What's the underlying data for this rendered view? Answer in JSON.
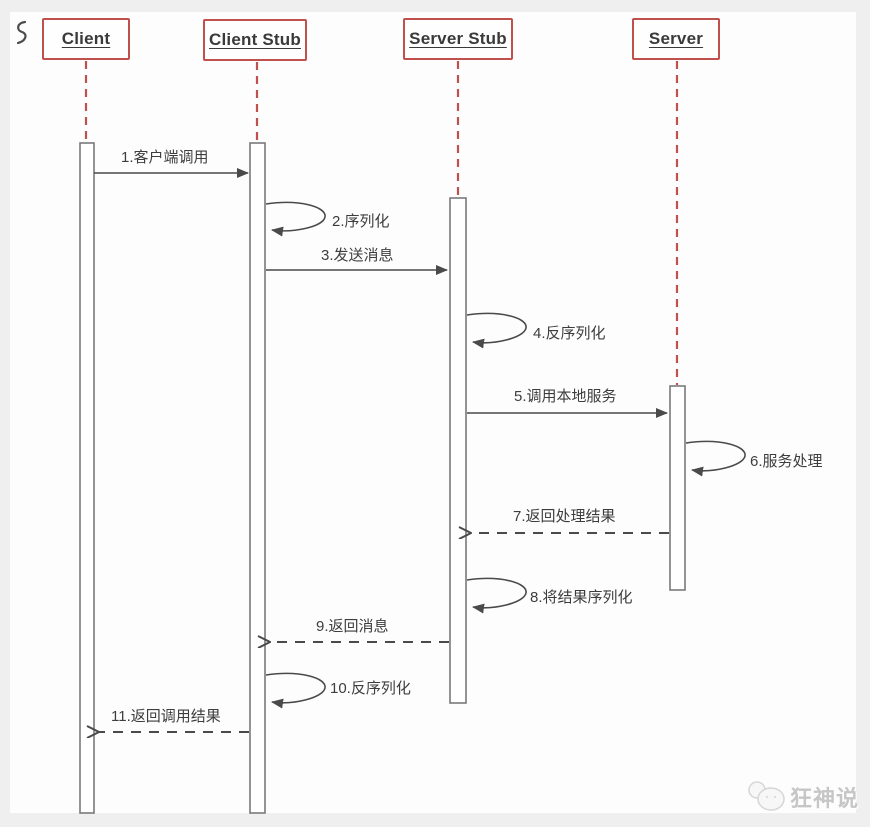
{
  "diagram_type": "uml-sequence-diagram",
  "participants": [
    {
      "id": "client",
      "name": "Client"
    },
    {
      "id": "client-stub",
      "name": "Client Stub"
    },
    {
      "id": "server-stub",
      "name": "Server Stub"
    },
    {
      "id": "server",
      "name": "Server"
    }
  ],
  "messages": [
    {
      "n": 1,
      "label": "1.客户端调用",
      "from": "Client",
      "to": "Client Stub",
      "line": "solid"
    },
    {
      "n": 2,
      "label": "2.序列化",
      "on": "Client Stub",
      "line": "self"
    },
    {
      "n": 3,
      "label": "3.发送消息",
      "from": "Client Stub",
      "to": "Server Stub",
      "line": "solid"
    },
    {
      "n": 4,
      "label": "4.反序列化",
      "on": "Server Stub",
      "line": "self"
    },
    {
      "n": 5,
      "label": "5.调用本地服务",
      "from": "Server Stub",
      "to": "Server",
      "line": "solid"
    },
    {
      "n": 6,
      "label": "6.服务处理",
      "on": "Server",
      "line": "self"
    },
    {
      "n": 7,
      "label": "7.返回处理结果",
      "from": "Server",
      "to": "Server Stub",
      "line": "dashed"
    },
    {
      "n": 8,
      "label": "8.将结果序列化",
      "on": "Server Stub",
      "line": "self"
    },
    {
      "n": 9,
      "label": "9.返回消息",
      "from": "Server Stub",
      "to": "Client Stub",
      "line": "dashed"
    },
    {
      "n": 10,
      "label": "10.反序列化",
      "on": "Client Stub",
      "line": "self"
    },
    {
      "n": 11,
      "label": "11.返回调用结果",
      "from": "Client Stub",
      "to": "Client",
      "line": "dashed"
    }
  ],
  "watermark": {
    "text": "狂神说"
  },
  "colors": {
    "participant_border": "#bf504b",
    "lifeline": "#c0504d",
    "arrow": "#4a4a4a",
    "text": "#3d3d3d",
    "watermark_text": "#c6c6c6",
    "background": "#efefef",
    "paper": "#fdfdfd"
  }
}
